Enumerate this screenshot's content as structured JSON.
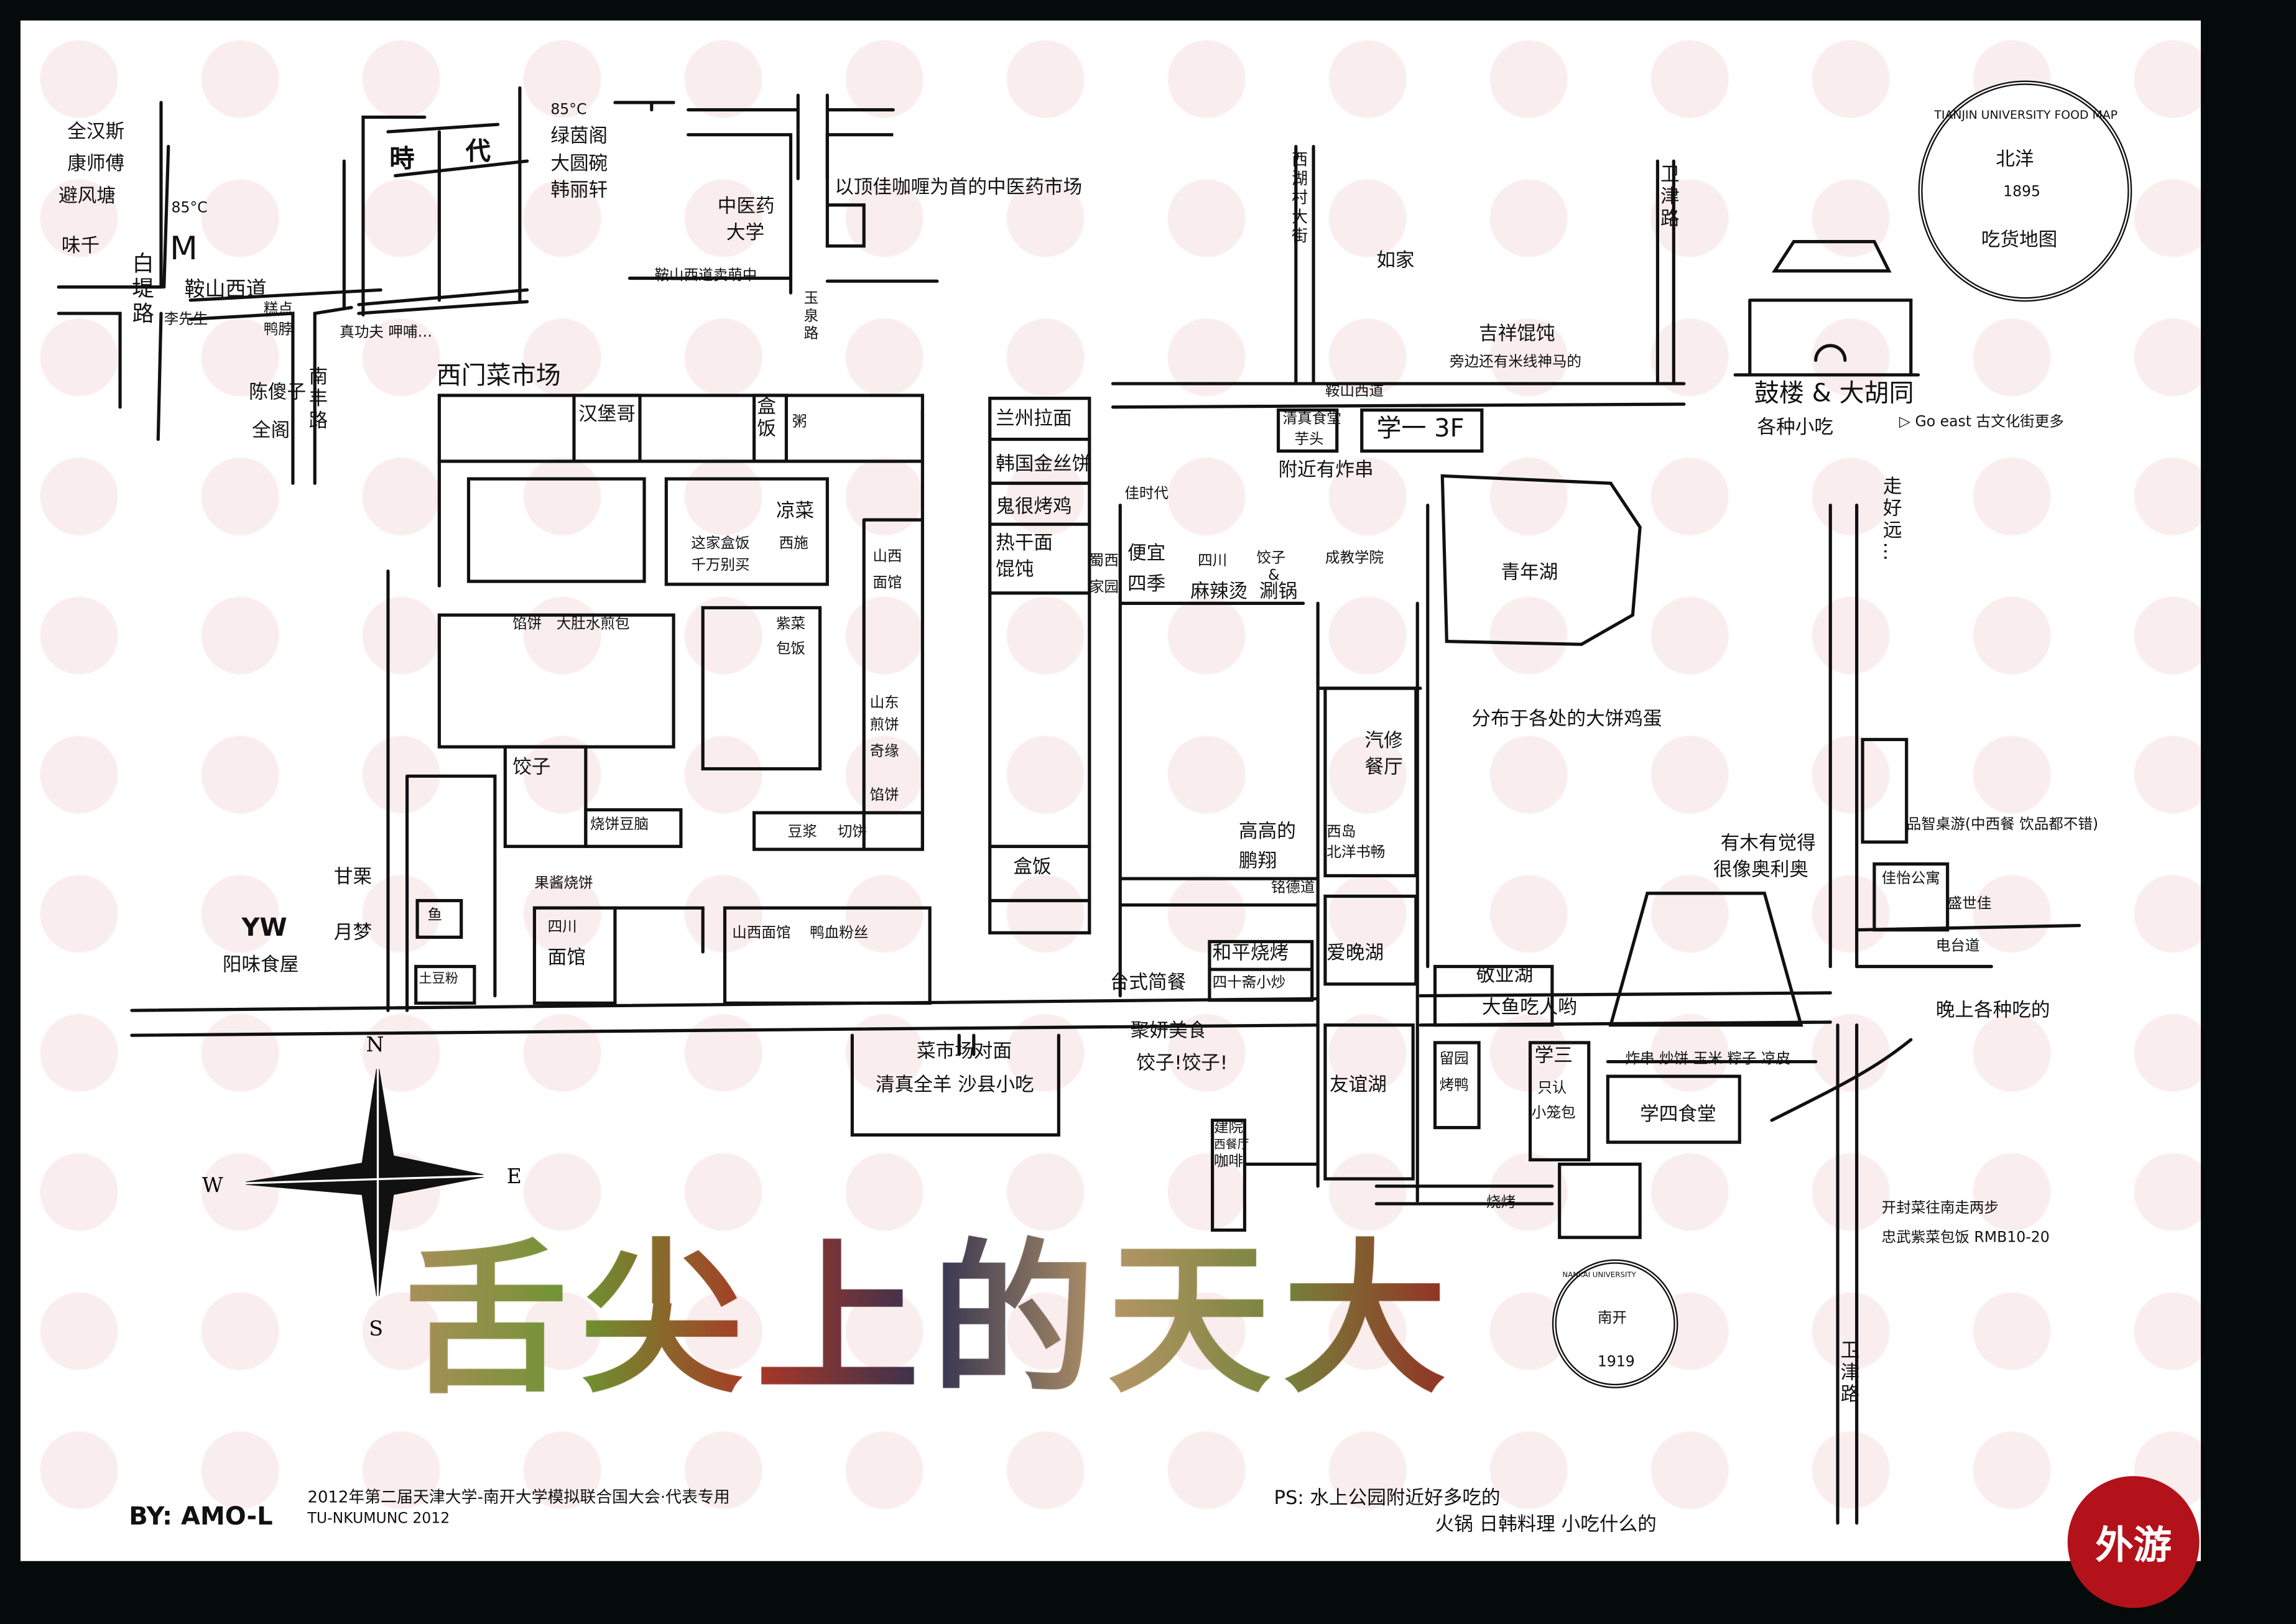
{
  "title": "舌尖上的天大",
  "seal_tju": {
    "ring_text": "TIANJIN UNIVERSITY FOOD MAP",
    "shield": "北洋",
    "year": "1895",
    "bottom": "吃货地图"
  },
  "seal_nku": {
    "ring_text": "NANKAI UNIVERSITY",
    "center": "南开",
    "year": "1919"
  },
  "credits": {
    "author": "BY: AMO-L",
    "event": "2012年第二届天津大学-南开大学模拟联合国大会·代表专用",
    "event_code": "TU-NKUMUNC 2012"
  },
  "ps": {
    "line1": "PS: 水上公园附近好多吃的",
    "line2": "火锅 日韩料理 小吃什么的"
  },
  "logo": "外游",
  "compass": {
    "n": "N",
    "e": "E",
    "s": "S",
    "w": "W"
  },
  "roads": {
    "baidi": "白堤路",
    "anshan_w": "鞍山西道",
    "nanfeng": "南丰路",
    "yuquan": "玉泉路",
    "anshan_mid": "鞍山西道",
    "xihucun": "西湖村大街",
    "weijin_top": "卫津路",
    "weijin_bottom": "卫津路",
    "mingde": "铭德道",
    "diantai": "电台道",
    "anshan_cute": "鞍山西道卖萌中"
  },
  "northwest": {
    "list1": [
      "全汉斯",
      "康师傅",
      "避风塘"
    ],
    "weiqian": "味千",
    "c85a": "85°C",
    "mcd": "M",
    "lixiansheng": "李先生",
    "gaodian": "糕点",
    "yabo": "鸭脖",
    "chenshazi": "陈傻子",
    "quange": "全阁",
    "shi": "時",
    "dai": "代",
    "c85b": "85°C",
    "list2": [
      "绿茵阁",
      "大圆碗",
      "韩丽轩"
    ],
    "zhengongfu": "真功夫 呷哺…",
    "tcm_univ": [
      "中医药",
      "大学"
    ],
    "tcm_market": "以顶佳咖喱为首的中医药市场"
  },
  "market": {
    "title": "西门菜市场",
    "hanbaoge": "汉堡哥",
    "hefan1": "盒饭",
    "zhou": "粥",
    "liangcai": "凉菜",
    "xishi": "西施",
    "zhejia": "这家盒饭",
    "qianwan": "千万别买",
    "shanxi1": [
      "山西",
      "面馆"
    ],
    "xianbing1": "馅饼",
    "dadu": "大肚水煎包",
    "zicai": [
      "紫菜",
      "包饭"
    ],
    "shandong": [
      "山东",
      "煎饼",
      "奇缘"
    ],
    "xianbing2": "馅饼",
    "jiaozi": "饺子",
    "shaobing": "烧饼豆脑",
    "doujiang": "豆浆",
    "qiebing": "切饼",
    "guojiang": "果酱烧饼",
    "yu": "鱼",
    "tudoufen": "土豆粉",
    "sichuan": [
      "四川",
      "面馆"
    ],
    "shanxi2": "山西面馆",
    "yaxue": "鸭血粉丝",
    "ganli": "甘栗",
    "yuemeng": "月梦",
    "yw": "YW",
    "yangwei": "阳味食屋",
    "across": "菜市场对面",
    "qingzhen": "清真全羊  沙县小吃"
  },
  "strip": {
    "lanzhou": "兰州拉面",
    "jinsi": "韩国金丝饼",
    "kaoji": "鬼很烤鸡",
    "reganmian": [
      "热干面",
      "馄饨"
    ],
    "hefan2": "盒饭",
    "shuxi": [
      "蜀西",
      "家园"
    ]
  },
  "central": {
    "rujia": "如家",
    "jixiang": "吉祥馄饨",
    "mixian": "旁边还有米线神马的",
    "qingzhen_st": [
      "清真食堂",
      "芋头"
    ],
    "xueyi": "学一 3F",
    "zhachuan": "附近有炸串",
    "jiashidai": "佳时代",
    "pianyi": [
      "便宜",
      "四季"
    ],
    "malatang": [
      "四川",
      "麻辣烫"
    ],
    "shuanguo": [
      "饺子",
      "&",
      "涮锅"
    ],
    "chengjiao": "成教学院",
    "qingnian": "青年湖",
    "dabing": "分布于各处的大饼鸡蛋",
    "qixiu": [
      "汽修",
      "餐厅"
    ],
    "pengxiang": [
      "高高的",
      "鹏翔"
    ],
    "beiyang": [
      "西岛",
      "北洋书畅"
    ],
    "aiwan": "爱晚湖",
    "heping": "和平烧烤",
    "sishizhai": "四十斋小炒",
    "taishi": "台式简餐",
    "jingye": "敬业湖",
    "dayu": "大鱼吃人哟",
    "oreo": [
      "有木有觉得",
      "很像奥利奥"
    ],
    "juyan": "聚妍美食",
    "jiaozi2": "饺子!饺子!",
    "liuyuan": [
      "留园",
      "烤鸭"
    ],
    "youyi": "友谊湖",
    "xuesan": [
      "学三",
      "只认",
      "小笼包"
    ],
    "xuesi": "学四食堂",
    "snacks": "炸串 炒饼 玉米 粽子 凉皮…",
    "jianyuan": [
      "建院",
      "西餐厅",
      "咖啡"
    ],
    "shaokao": "烧烤"
  },
  "east": {
    "gulou": "鼓楼 & 大胡同",
    "xiaochi": "各种小吃",
    "goeast": "▷ Go east  古文化街更多",
    "far": "走好远…",
    "pinzhi": "品智桌游(中西餐 饮品都不错)",
    "jiayi": "佳怡公寓",
    "shengshi": "盛世佳",
    "night": "晚上各种吃的",
    "kaifeng": "开封菜往南走两步",
    "zhongwu": "忠武紫菜包饭 RMB10-20"
  }
}
